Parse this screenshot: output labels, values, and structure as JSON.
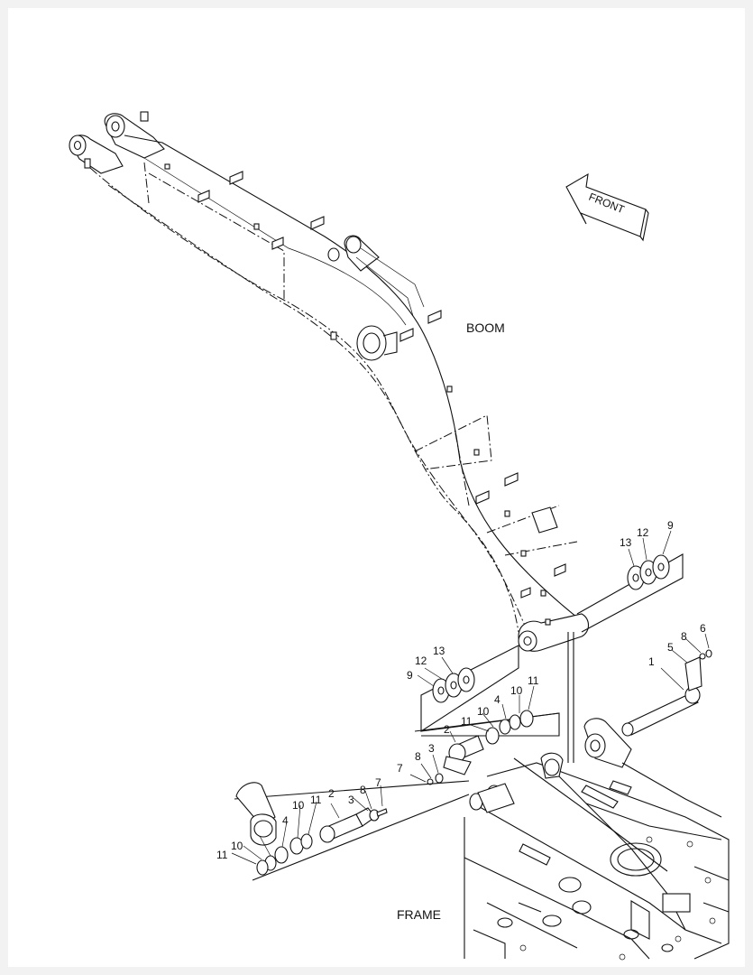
{
  "diagram": {
    "labels": {
      "front": "FRONT",
      "boom": "BOOM",
      "frame": "FRAME"
    },
    "callouts": [
      "13",
      "12",
      "9",
      "6",
      "8",
      "5",
      "1",
      "12",
      "13",
      "9",
      "2",
      "11",
      "10",
      "4",
      "10",
      "11",
      "8",
      "3",
      "7",
      "7",
      "8",
      "3",
      "2",
      "11",
      "10",
      "4",
      "10",
      "11"
    ]
  }
}
